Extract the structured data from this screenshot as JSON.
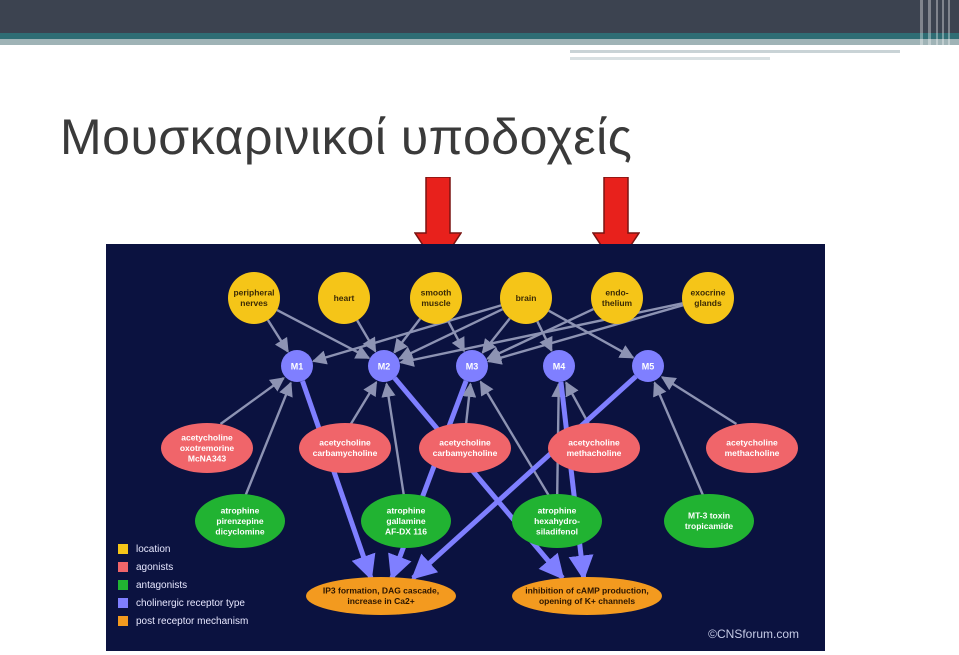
{
  "title": "Μουσκαρινικοί υποδοχείς",
  "colors": {
    "location": "#f5c518",
    "agonist": "#f0656a",
    "antagonist": "#21b332",
    "receptor": "#7f7fff",
    "mechanism": "#f39a1f",
    "background": "#0b1240",
    "pointer": "#e8211c"
  },
  "locations": [
    {
      "lines": [
        "peripheral",
        "nerves"
      ]
    },
    {
      "lines": [
        "heart"
      ]
    },
    {
      "lines": [
        "smooth",
        "muscle"
      ]
    },
    {
      "lines": [
        "brain"
      ]
    },
    {
      "lines": [
        "endo-",
        "thelium"
      ]
    },
    {
      "lines": [
        "exocrine",
        "glands"
      ]
    }
  ],
  "receptors": [
    "M1",
    "M2",
    "M3",
    "M4",
    "M5"
  ],
  "agonists": [
    {
      "lines": [
        "acetycholine",
        "oxotremorine",
        "McNA343"
      ]
    },
    {
      "lines": [
        "acetycholine",
        "carbamycholine"
      ]
    },
    {
      "lines": [
        "acetycholine",
        "carbamycholine"
      ]
    },
    {
      "lines": [
        "acetycholine",
        "methacholine"
      ]
    },
    {
      "lines": [
        "acetycholine",
        "methacholine"
      ]
    }
  ],
  "antagonists": [
    {
      "lines": [
        "atrophine",
        "pirenzepine",
        "dicyclomine"
      ]
    },
    {
      "lines": [
        "atrophine",
        "gallamine",
        "AF-DX 116"
      ]
    },
    {
      "lines": [
        "atrophine",
        "hexahydro-",
        "siladifenol"
      ]
    },
    {
      "lines": [
        "MT-3 toxin",
        "tropicamide"
      ]
    }
  ],
  "mechanisms": [
    {
      "lines": [
        "IP3 formation, DAG cascade,",
        "increase in Ca2+"
      ]
    },
    {
      "lines": [
        "inhibition of cAMP production,",
        "opening of K+ channels"
      ]
    }
  ],
  "legend": [
    {
      "label": "location",
      "color": "#f5c518"
    },
    {
      "label": "agonists",
      "color": "#f0656a"
    },
    {
      "label": "antagonists",
      "color": "#21b332"
    },
    {
      "label": "cholinergic receptor type",
      "color": "#7f7fff"
    },
    {
      "label": "post receptor mechanism",
      "color": "#f39a1f"
    }
  ],
  "credit": "©CNSforum.com",
  "pointer_icons": [
    "down-arrow-icon",
    "down-arrow-icon"
  ]
}
